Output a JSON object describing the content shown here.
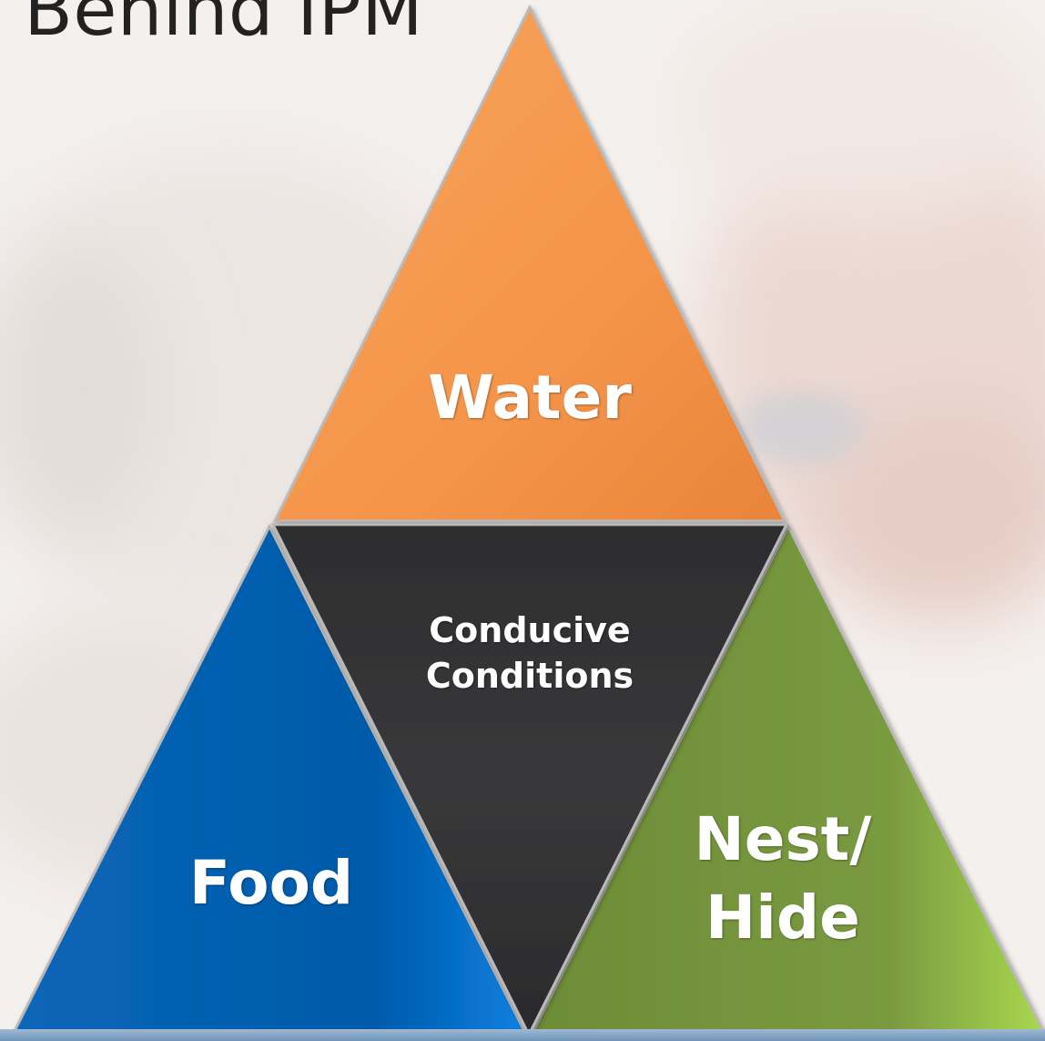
{
  "slide": {
    "title": "t Behind IPM"
  },
  "diagram": {
    "top": {
      "label": "Water",
      "color": "#f4954a"
    },
    "center": {
      "label": "Conducive\nConditions",
      "color": "#333335"
    },
    "left": {
      "label": "Food",
      "color": "#005aa9"
    },
    "right": {
      "label": "Nest/\nHide",
      "color": "#77983f"
    }
  }
}
